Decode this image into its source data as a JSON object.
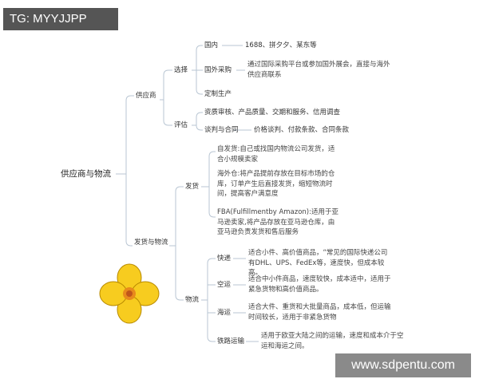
{
  "watermarks": {
    "top_left": "TG: MYYJJPP",
    "bottom_right": "www.sdpentu.com"
  },
  "colors": {
    "line": "#b9c6d3",
    "flower": "#f5c518",
    "flower_center": "#e07b1a"
  },
  "root": "供应商与物流",
  "supplier": {
    "label": "供应商",
    "select": {
      "label": "选择",
      "domestic": {
        "label": "国内",
        "detail": "1688、拼夕夕、某东等"
      },
      "foreign": {
        "label": "国外采购",
        "detail": "通过国际采购平台或参加国外展会，直接与海外供应商联系"
      },
      "custom": {
        "label": "定制生产"
      }
    },
    "evaluate": {
      "label": "评估",
      "qualification": "资质审核、产品质量、交期和服务、信用调查",
      "negotiation": {
        "label": "谈判与合同",
        "detail": "价格谈判、付款条款、合同条款"
      }
    }
  },
  "shipping_logistics": {
    "label": "发货与物流",
    "shipping": {
      "label": "发货",
      "self": "自发货:自己或找国内物流公司发货，适合小规模卖家",
      "overseas": "海外仓:将产品提前存放在目标市场的仓库，订单产生后直接发货，缩短物流时间，提高客户满意度",
      "fba": "FBA(Fulfillmentby Amazon):适用于亚马逊卖家,将产品存放在亚马逊仓库，由亚马逊负责发货和售后服务"
    },
    "logistics": {
      "label": "物流",
      "express": {
        "label": "快递",
        "detail": "适合小件、高价值商品，“常见的国际快递公司有DHL、UPS、FedEx等，速度快，但成本较高。"
      },
      "air": {
        "label": "空运",
        "detail": "适合中小件商品，速度较快，成本适中，适用于紧急货物和高价值商品。"
      },
      "sea": {
        "label": "海运",
        "detail": "适合大件、重货和大批量商品，成本低，但运输时间较长，适用于非紧急货物"
      },
      "rail": {
        "label": "铁路运输",
        "detail": "适用于欧亚大陆之间的运输，速度和成本介于空运和海运之间。"
      }
    }
  }
}
